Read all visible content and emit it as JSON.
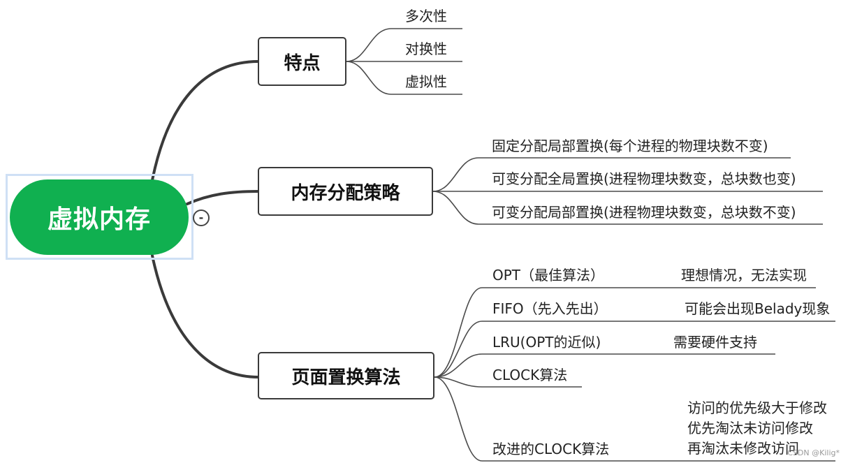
{
  "root": {
    "label": "虚拟内存",
    "color": "#10b050",
    "collapse_symbol": "-"
  },
  "branches": [
    {
      "label": "特点",
      "children": [
        {
          "label": "多次性"
        },
        {
          "label": "对换性"
        },
        {
          "label": "虚拟性"
        }
      ]
    },
    {
      "label": "内存分配策略",
      "children": [
        {
          "label": "固定分配局部置换(每个进程的物理块数不变)"
        },
        {
          "label": "可变分配全局置换(进程物理块数变，总块数也变)"
        },
        {
          "label": "可变分配局部置换(进程物理块数变，总块数不变)"
        }
      ]
    },
    {
      "label": "页面置换算法",
      "children": [
        {
          "label": "OPT（最佳算法）",
          "note": "理想情况，无法实现"
        },
        {
          "label": "FIFO（先入先出）",
          "note": "可能会出现Belady现象"
        },
        {
          "label": "LRU(OPT的近似)",
          "note": "需要硬件支持"
        },
        {
          "label": "CLOCK算法"
        },
        {
          "label": "改进的CLOCK算法",
          "note_lines": [
            "访问的优先级大于修改",
            "优先淘汰未访问修改",
            "再淘汰未修改访问"
          ]
        }
      ]
    }
  ],
  "watermark": "CSDN @Kilig*"
}
